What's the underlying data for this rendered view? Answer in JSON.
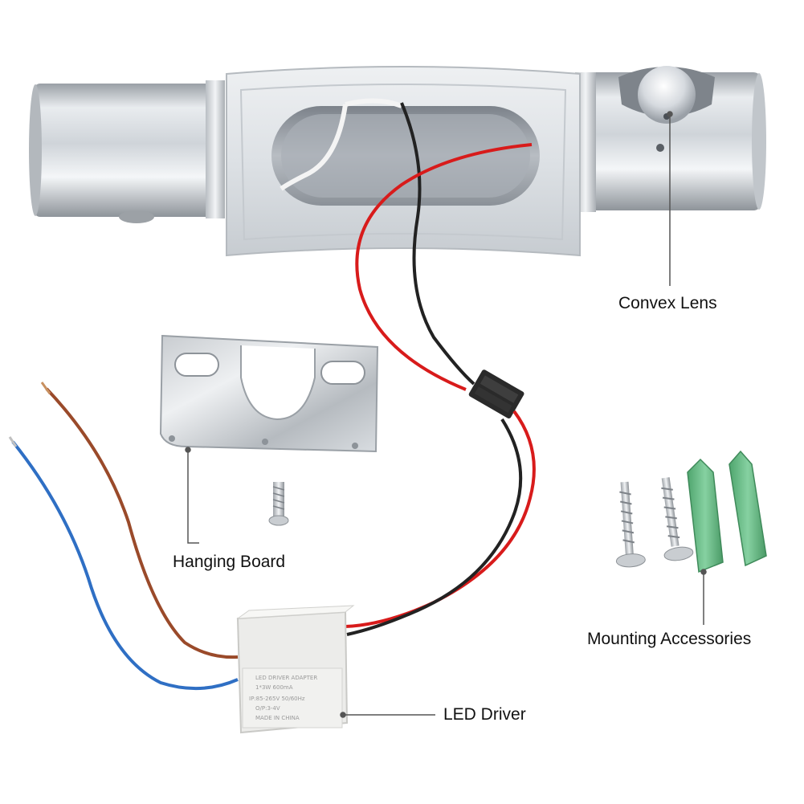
{
  "callouts": {
    "convex_lens": "Convex Lens",
    "hanging_board": "Hanging Board",
    "mounting_accessories": "Mounting Accessories",
    "led_driver": "LED Driver"
  },
  "driver_label": {
    "line1": "LED DRIVER ADAPTER",
    "line2": "1*3W 600mA",
    "line3": "IP:85-265V 50/60Hz",
    "line4": "O/P:3-4V",
    "line5": "MADE IN CHINA"
  },
  "colors": {
    "background": "#ffffff",
    "aluminium": "#d4d8dc",
    "red_wire": "#d81b1b",
    "black_wire": "#222222",
    "brown_wire": "#9a4a2a",
    "blue_wire": "#2f6fc4",
    "anchor_green": "#6cc08a",
    "driver_case": "#ececea",
    "callout_line": "#555555"
  },
  "icons": [
    "led-wall-lamp",
    "hanging-board-bracket",
    "screw-icon",
    "wall-anchor-icon",
    "led-driver-box"
  ]
}
